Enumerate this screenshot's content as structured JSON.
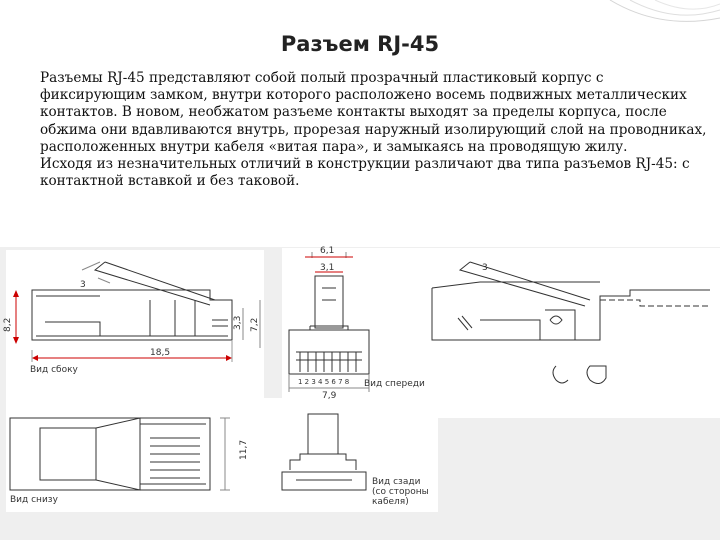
{
  "slide": {
    "title": "Разъем RJ-45",
    "paragraphs": [
      "Разъемы RJ-45 представляют собой полый прозрачный пластиковый корпус с фиксирующим замком, внутри которого расположено восемь подвижных металлических контактов. В новом, необжатом разъеме контакты выходят за пределы корпуса, после обжима они вдавливаются внутрь, прорезая наружный изолирующий слой на проводниках, расположенных внутри кабеля «витая пара», и замыкаясь на проводящую жилу.",
      "Исходя из незначительных отличий в конструкции различают два типа разъемов RJ-45: с контактной вставкой и без таковой."
    ]
  },
  "drawing": {
    "views": {
      "side": "Вид сбоку",
      "front": "Вид спереди",
      "bottom": "Вид снизу",
      "back_line1": "Вид сзади",
      "back_line2": "(со стороны",
      "back_line3": "кабеля)"
    },
    "dimensions": {
      "width_top": "6,1",
      "inner_top": "3,1",
      "height_left": "8,2",
      "length": "18,5",
      "mid_a": "3,3",
      "mid_b": "7,2",
      "front_width": "7,9",
      "bottom_height": "11,7",
      "part_a": "3",
      "part_b": "3"
    },
    "pin_numbers": "1 2 3 4 5 6 7 8"
  }
}
